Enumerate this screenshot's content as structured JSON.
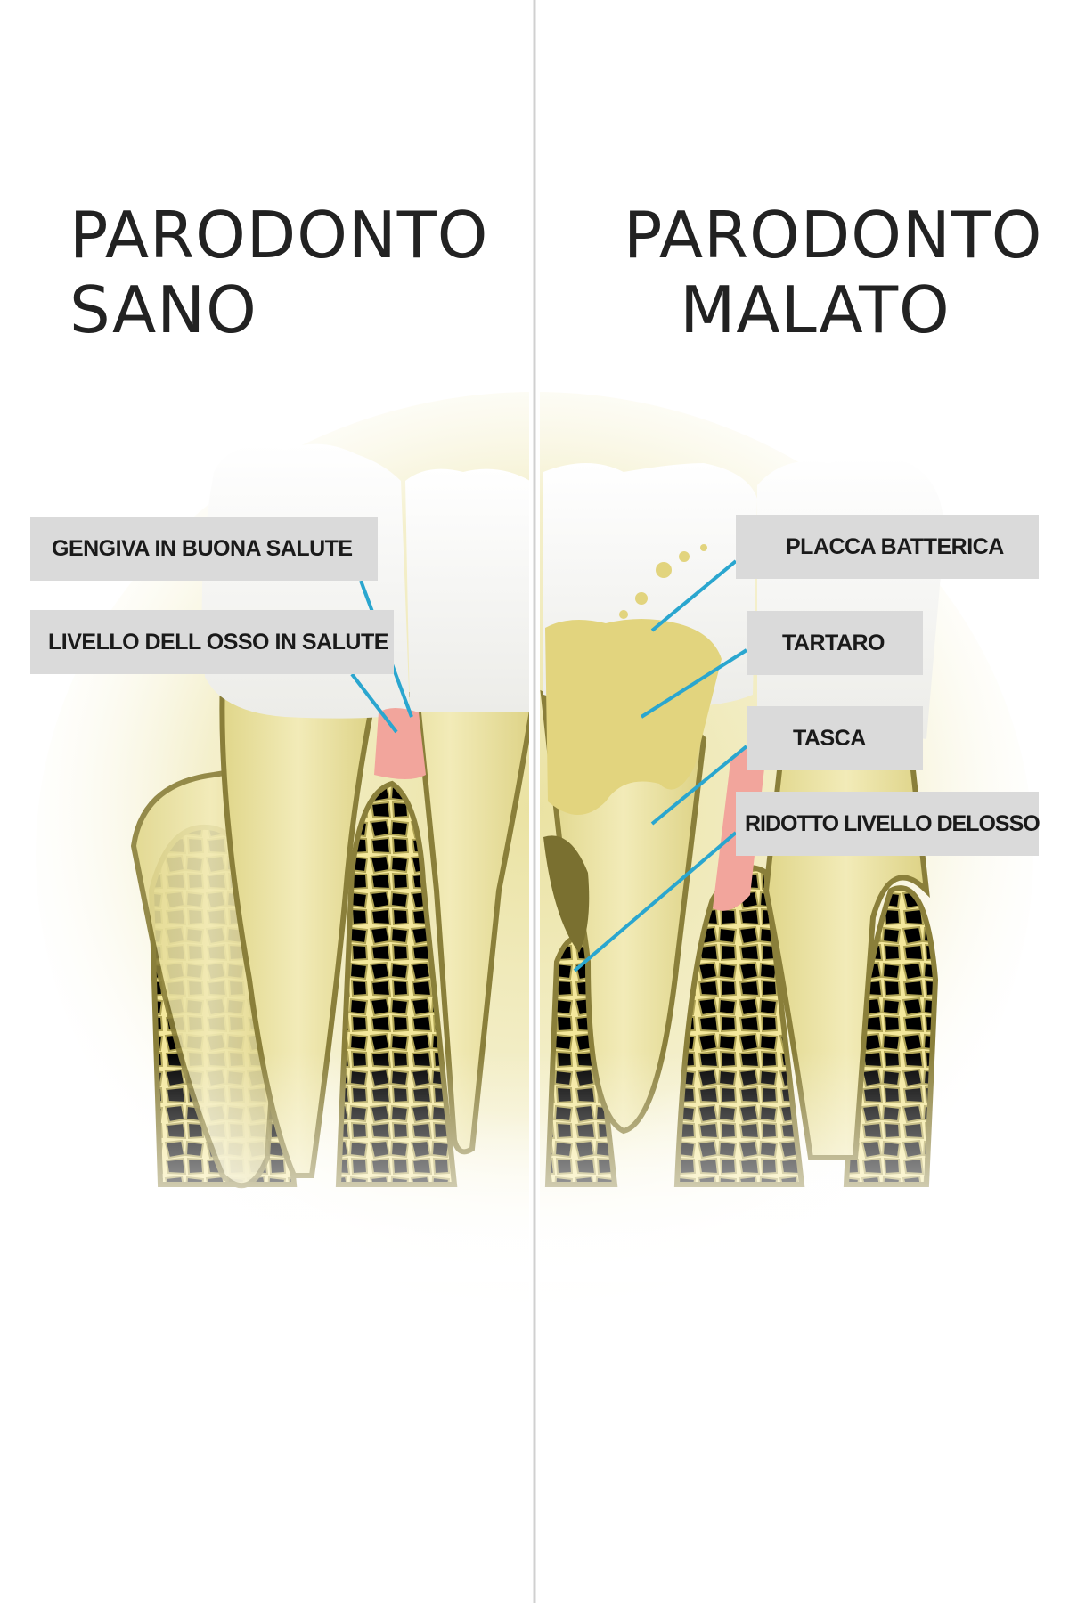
{
  "titles": {
    "left": {
      "line1": "PARODONTO",
      "line2": "SANO"
    },
    "right": {
      "line1": "PARODONTO",
      "line2": "MALATO"
    }
  },
  "labels": {
    "healthy_gum": "GENGIVA IN BUONA SALUTE",
    "healthy_bone": "LIVELLO DELL OSSO IN SALUTE",
    "plaque": "PLACCA BATTERICA",
    "tartar": "TARTARO",
    "pocket": "TASCA",
    "reduced_bone": "RIDOTTO LIVELLO DELOSSO"
  },
  "colors": {
    "background": "#ffffff",
    "divider": "#d0d0d0",
    "enamel": "#f4f4f2",
    "dentin": "#e9e2a2",
    "root_outline": "#8a7f3a",
    "bone_fill": "#f3e79a",
    "bone_lines": "#a89b48",
    "gum_pink": "#f2a59c",
    "plaque": "#e4d88a",
    "tartar": "#d8c86a",
    "pocket_dark": "#7a7030",
    "leader_line": "#2aa6cf",
    "label_box": "#dadada",
    "text": "#222222"
  }
}
